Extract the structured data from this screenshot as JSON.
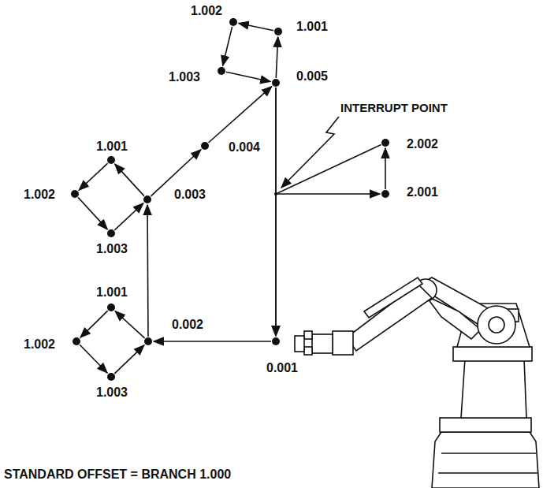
{
  "diagram": {
    "nodes": [
      {
        "text": [
          "1.002"
        ]
      },
      {
        "text": [
          "1.001"
        ]
      },
      {
        "text": [
          "1.003"
        ]
      },
      {
        "text": [
          "0.005"
        ]
      },
      {
        "text": [
          "2.002"
        ]
      },
      {
        "text": [
          "1.001"
        ]
      },
      {
        "text": [
          "0.004"
        ]
      },
      {
        "text": [
          "1.002"
        ]
      },
      {
        "text": [
          "0.003"
        ]
      },
      {
        "text": [
          "2.001"
        ]
      },
      {
        "text": [
          "1.003"
        ]
      },
      {
        "text": [
          "1.001"
        ]
      },
      {
        "text": [
          "1.002"
        ]
      },
      {
        "text": [
          "0.002"
        ]
      },
      {
        "text": [
          "0.001"
        ]
      },
      {
        "text": [
          "1.003"
        ]
      }
    ],
    "edges": [
      {
        "from": 14,
        "to": 13,
        "arrow": "to"
      },
      {
        "from": 13,
        "to": 11,
        "arrow": "to"
      },
      {
        "from": 11,
        "to": 12,
        "arrow": "to"
      },
      {
        "from": 12,
        "to": 15,
        "arrow": "to"
      },
      {
        "from": 15,
        "to": 13,
        "arrow": "to"
      },
      {
        "from": 13,
        "to": 8,
        "arrow": "to"
      },
      {
        "from": 8,
        "to": 5,
        "arrow": "to"
      },
      {
        "from": 5,
        "to": 7,
        "arrow": "to"
      },
      {
        "from": 7,
        "to": 10,
        "arrow": "to"
      },
      {
        "from": 10,
        "to": 8,
        "arrow": "to"
      },
      {
        "from": 8,
        "to": 6,
        "arrow": "to"
      },
      {
        "from": 6,
        "to": 3,
        "arrow": "to"
      },
      {
        "from": 3,
        "to": 1,
        "arrow": "to"
      },
      {
        "from": 1,
        "to": 0,
        "arrow": "to"
      },
      {
        "from": 0,
        "to": 2,
        "arrow": "to"
      },
      {
        "from": 2,
        "to": 3,
        "arrow": "to"
      },
      {
        "from": 3,
        "to": 14,
        "arrow": "to"
      },
      {
        "from": 3,
        "to": 9,
        "arrow": "to"
      },
      {
        "from": 9,
        "to": 4,
        "arrow": "to"
      },
      {
        "from": 4,
        "to": 14,
        "arrow": "to"
      }
    ],
    "labels": [
      "INTERRUPT POINT",
      "STANDARD OFFSET = BRANCH 1.000"
    ]
  }
}
